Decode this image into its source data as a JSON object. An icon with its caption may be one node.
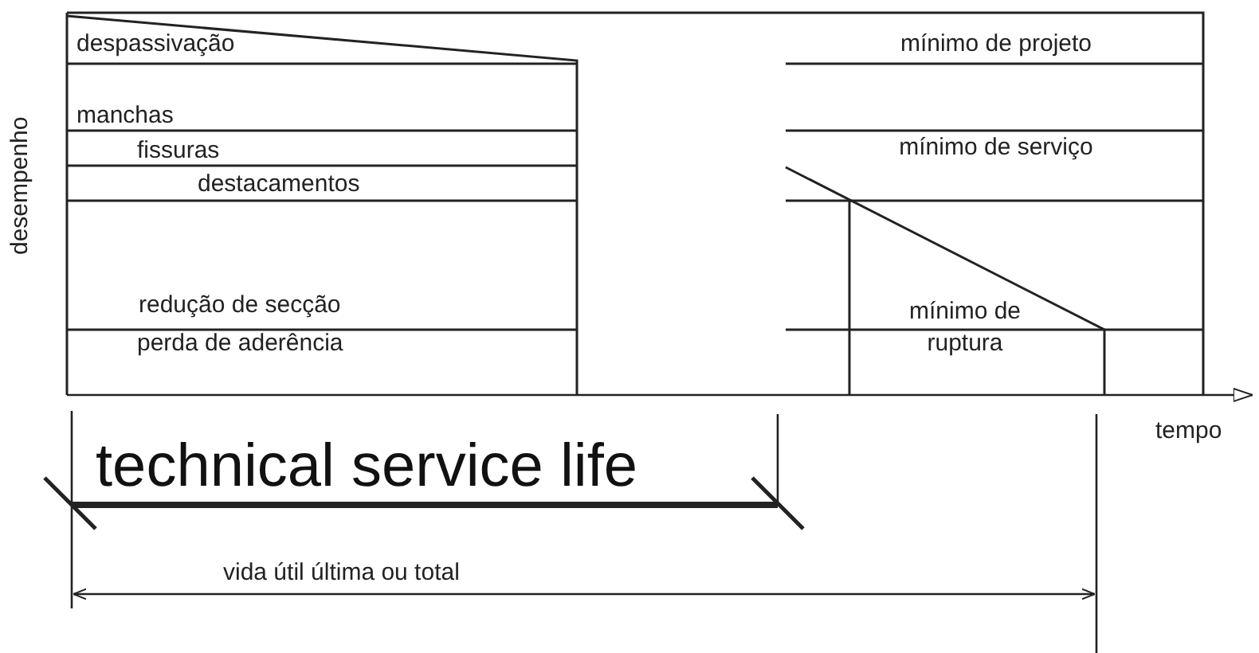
{
  "diagram": {
    "labels": [
      "desempenho",
      "despassivação",
      "mínimo de projeto",
      "manchas",
      "fissuras",
      "mínimo de serviço",
      "destacamentos",
      "redução de secção",
      "mínimo de ruptura",
      "perda de aderência",
      "tempo",
      "technical service life",
      "vida útil última ou total"
    ]
  }
}
